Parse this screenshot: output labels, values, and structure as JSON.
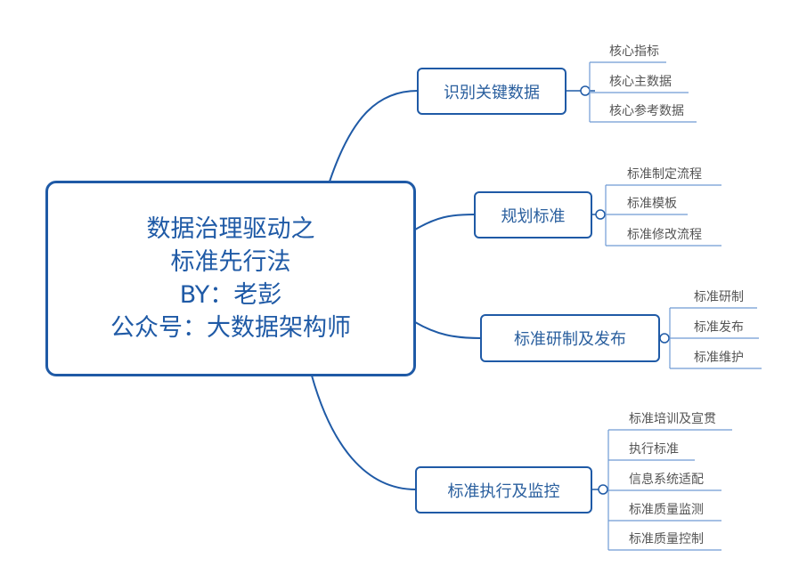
{
  "root": {
    "lines": [
      "数据治理驱动之",
      "标准先行法",
      "BY：老彭",
      "公众号：大数据架构师"
    ]
  },
  "branches": [
    {
      "label": "识别关键数据",
      "children": [
        "核心指标",
        "核心主数据",
        "核心参考数据"
      ]
    },
    {
      "label": "规划标准",
      "children": [
        "标准制定流程",
        "标准模板",
        "标准修改流程"
      ]
    },
    {
      "label": "标准研制及发布",
      "children": [
        "标准研制",
        "标准发布",
        "标准维护"
      ]
    },
    {
      "label": "标准执行及监控",
      "children": [
        "标准培训及宣贯",
        "执行标准",
        "信息系统适配",
        "标准质量监测",
        "标准质量控制"
      ]
    }
  ],
  "colors": {
    "line": "#1f5aa6",
    "leaf_line": "#6f9bd4",
    "text": "#1f5aa6"
  }
}
